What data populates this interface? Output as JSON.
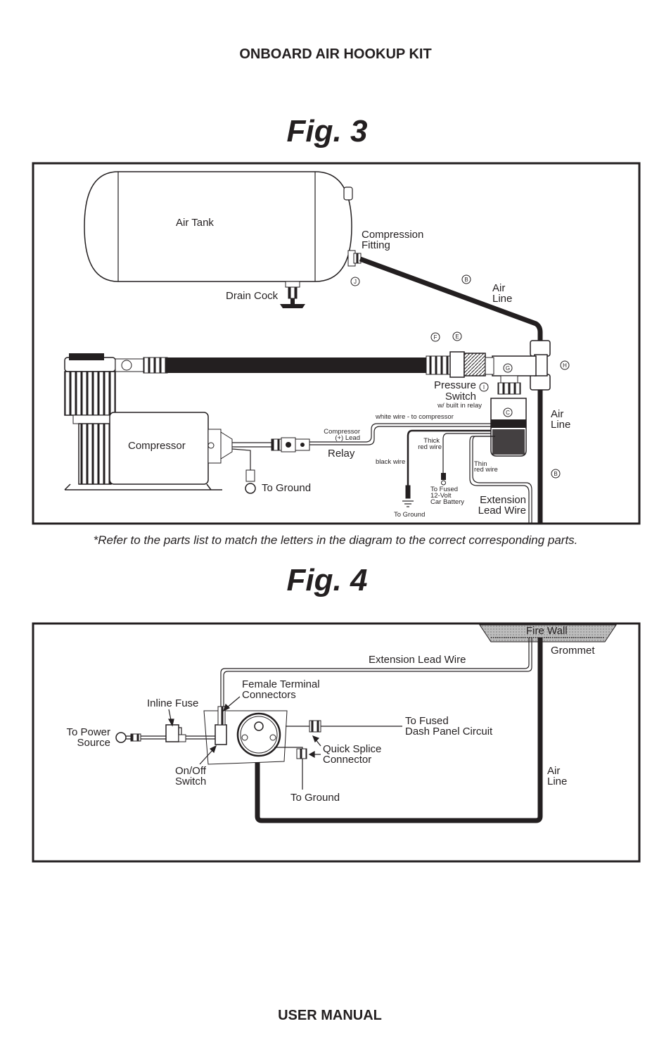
{
  "header": {
    "title": "ONBOARD AIR HOOKUP KIT"
  },
  "footer": {
    "title": "USER MANUAL"
  },
  "fig3": {
    "title": "Fig. 3",
    "labels": {
      "air_tank": "Air Tank",
      "compression_fitting_1": "Compression",
      "compression_fitting_2": "Fitting",
      "drain_cock": "Drain Cock",
      "air_line_top_1": "Air",
      "air_line_top_2": "Line",
      "air_line_right_1": "Air",
      "air_line_right_2": "Line",
      "pressure_switch_1": "Pressure",
      "pressure_switch_2": "Switch",
      "pressure_switch_note": "w/ built in relay",
      "compressor": "Compressor",
      "relay": "Relay",
      "to_ground_left": "To Ground",
      "white_wire": "white wire - to compressor",
      "compressor_lead_1": "Compressor",
      "compressor_lead_2": "(+) Lead",
      "thick_red_1": "Thick",
      "thick_red_2": "red wire",
      "black_wire": "black wire",
      "thin_red_1": "Thin",
      "thin_red_2": "red wire",
      "to_fused_1": "To Fused",
      "to_fused_2": "12-Volt",
      "to_fused_3": "Car Battery",
      "to_ground_bottom": "To Ground",
      "extension_lead_1": "Extension",
      "extension_lead_2": "Lead Wire"
    },
    "callouts": {
      "j": "J",
      "b1": "B",
      "b2": "B",
      "f": "F",
      "e": "E",
      "g": "G",
      "h": "H",
      "i": "I",
      "c": "C"
    }
  },
  "footnote": "*Refer to the parts list to match the letters in the diagram to the correct corresponding parts.",
  "fig4": {
    "title": "Fig. 4",
    "labels": {
      "fire_wall": "Fire Wall",
      "grommet": "Grommet",
      "extension_lead": "Extension Lead Wire",
      "female_terminal_1": "Female Terminal",
      "female_terminal_2": "Connectors",
      "inline_fuse": "Inline Fuse",
      "to_power_1": "To Power",
      "to_power_2": "Source",
      "on_off_1": "On/Off",
      "on_off_2": "Switch",
      "to_fused_dash_1": "To Fused",
      "to_fused_dash_2": "Dash Panel Circuit",
      "quick_splice_1": "Quick Splice",
      "quick_splice_2": "Connector",
      "to_ground": "To Ground",
      "air_line_1": "Air",
      "air_line_2": "Line"
    }
  }
}
